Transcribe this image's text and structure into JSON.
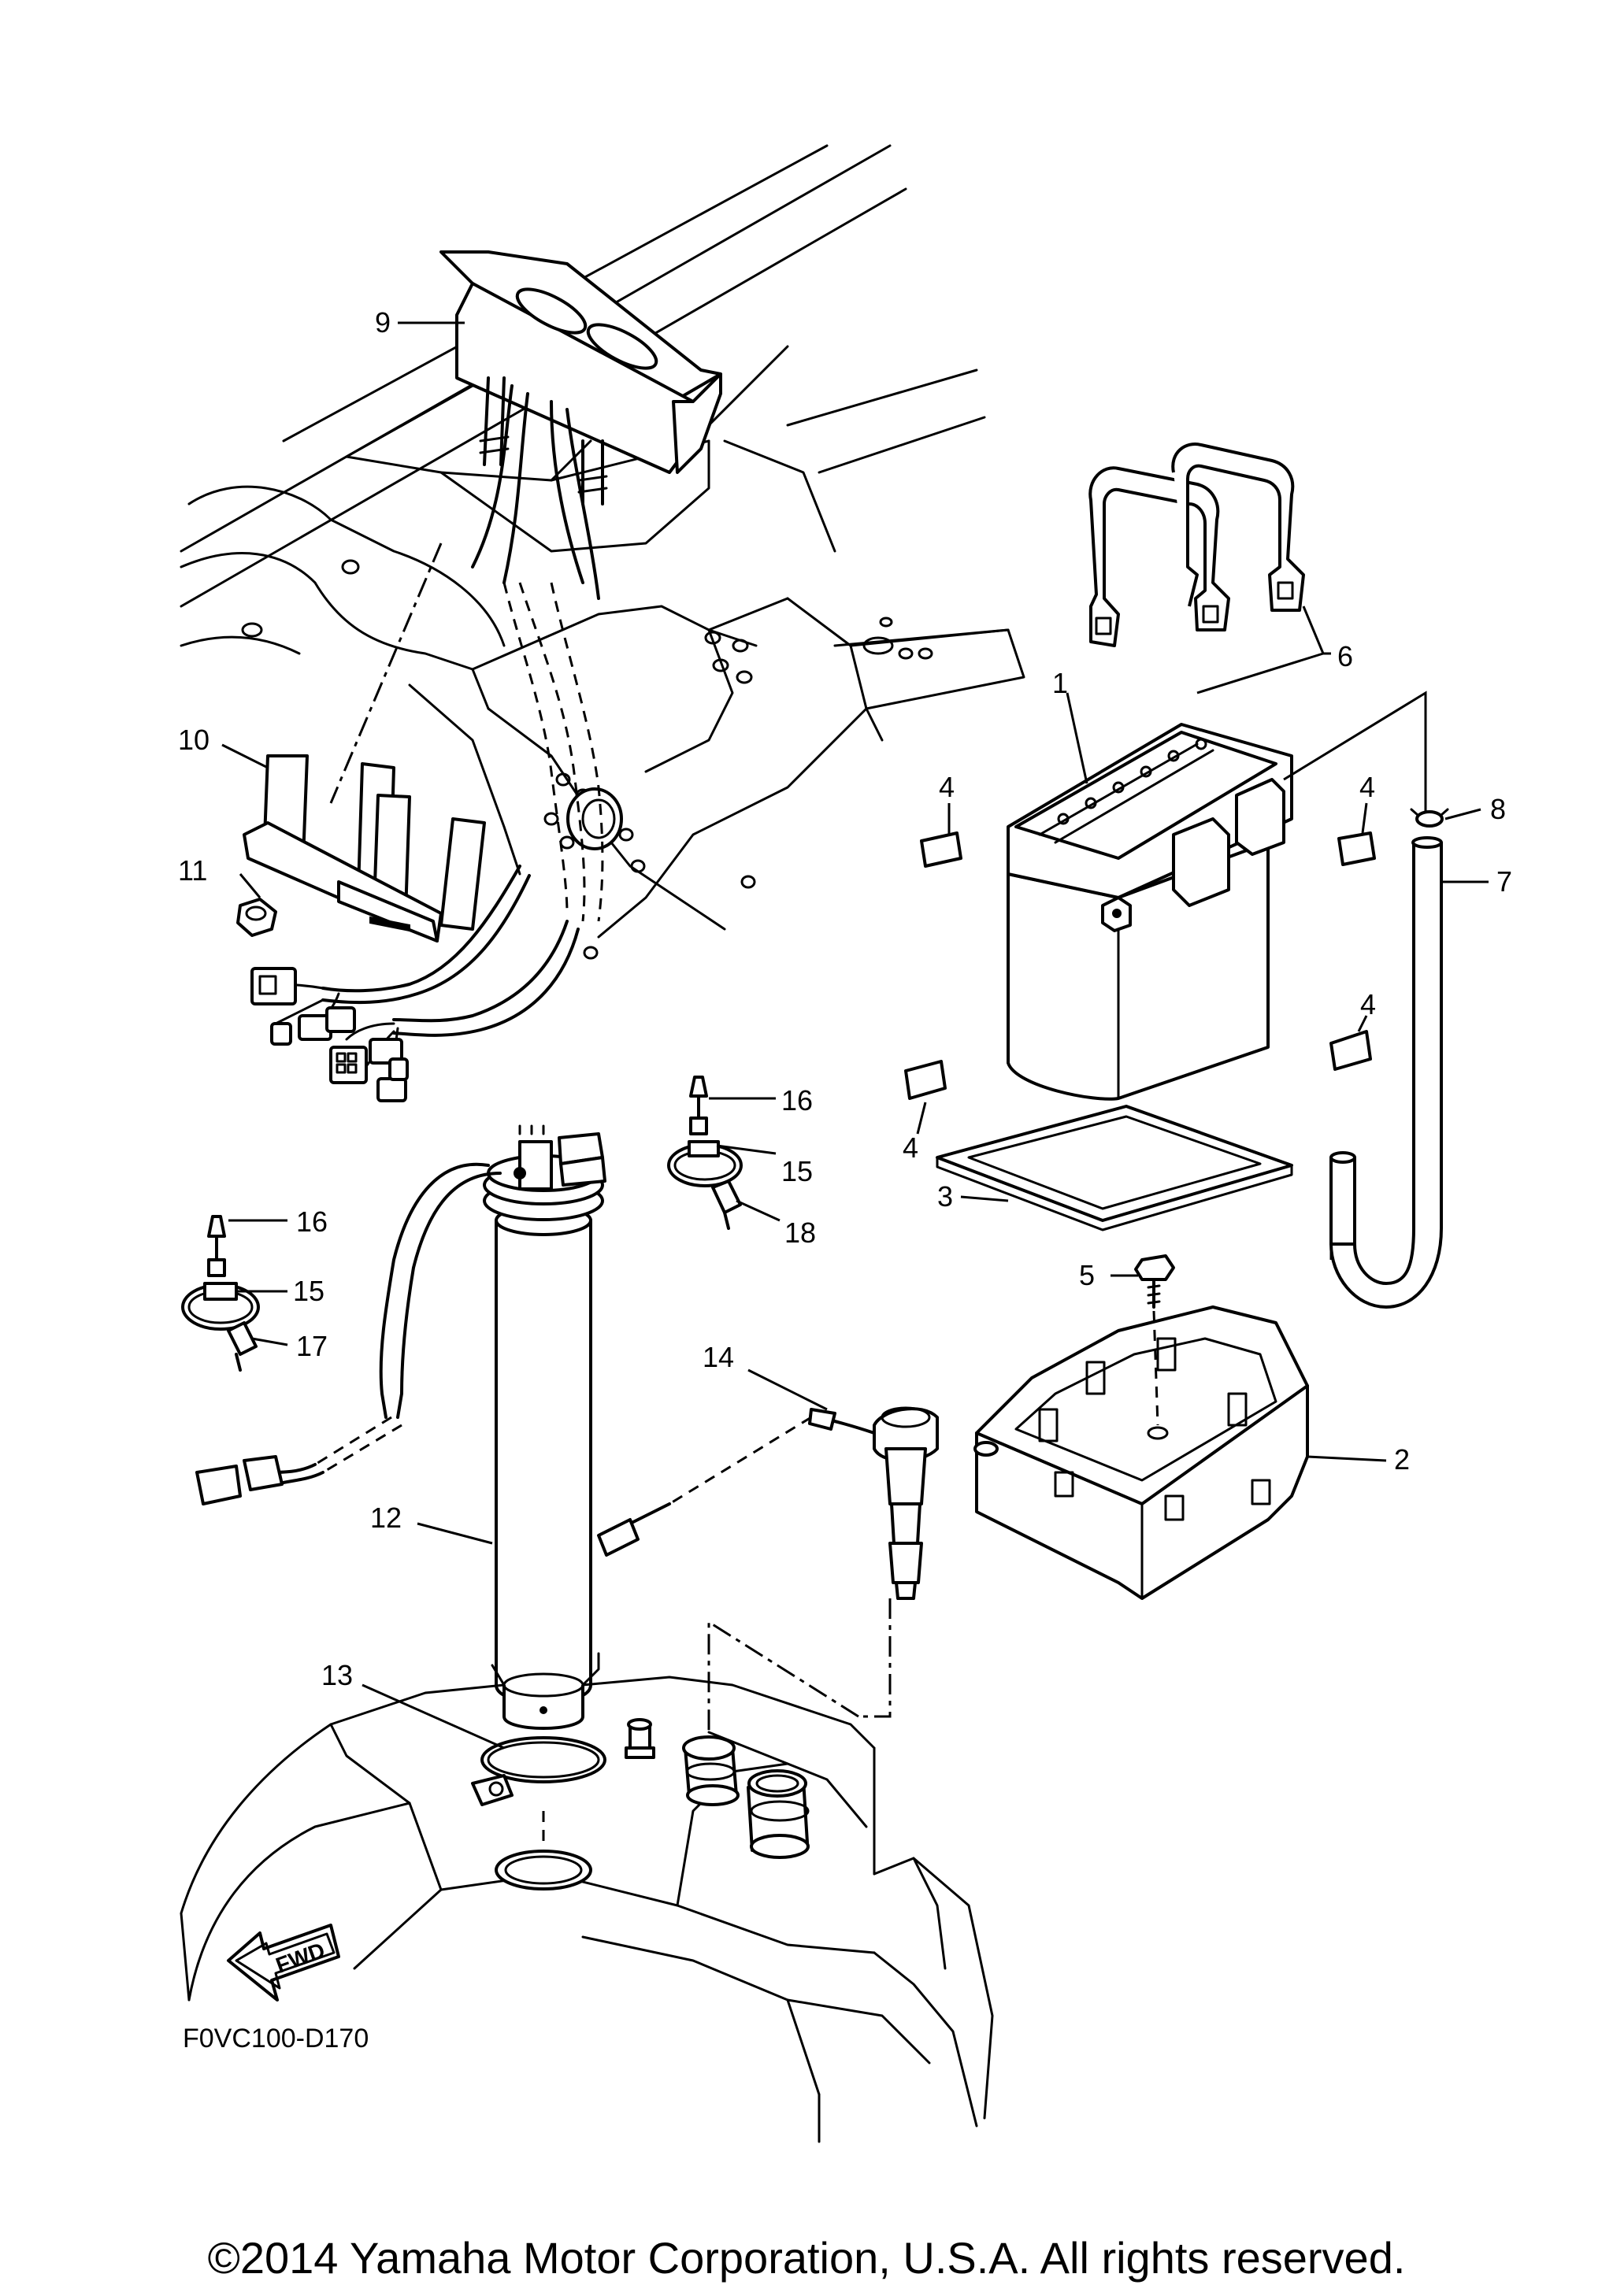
{
  "diagram": {
    "drawing_code": "F0VC100-D170",
    "direction_marker": "FWD",
    "callouts": [
      {
        "id": "c1",
        "label": "1"
      },
      {
        "id": "c2",
        "label": "2"
      },
      {
        "id": "c3",
        "label": "3"
      },
      {
        "id": "c4a",
        "label": "4"
      },
      {
        "id": "c4b",
        "label": "4"
      },
      {
        "id": "c4c",
        "label": "4"
      },
      {
        "id": "c4d",
        "label": "4"
      },
      {
        "id": "c5",
        "label": "5"
      },
      {
        "id": "c6",
        "label": "6"
      },
      {
        "id": "c7",
        "label": "7"
      },
      {
        "id": "c8",
        "label": "8"
      },
      {
        "id": "c9",
        "label": "9"
      },
      {
        "id": "c10",
        "label": "10"
      },
      {
        "id": "c11",
        "label": "11"
      },
      {
        "id": "c12",
        "label": "12"
      },
      {
        "id": "c13",
        "label": "13"
      },
      {
        "id": "c14",
        "label": "14"
      },
      {
        "id": "c15a",
        "label": "15"
      },
      {
        "id": "c15b",
        "label": "15"
      },
      {
        "id": "c16a",
        "label": "16"
      },
      {
        "id": "c16b",
        "label": "16"
      },
      {
        "id": "c17",
        "label": "17"
      },
      {
        "id": "c18",
        "label": "18"
      }
    ]
  },
  "footer": {
    "copyright": "©2014 Yamaha Motor Corporation, U.S.A. All rights reserved."
  }
}
